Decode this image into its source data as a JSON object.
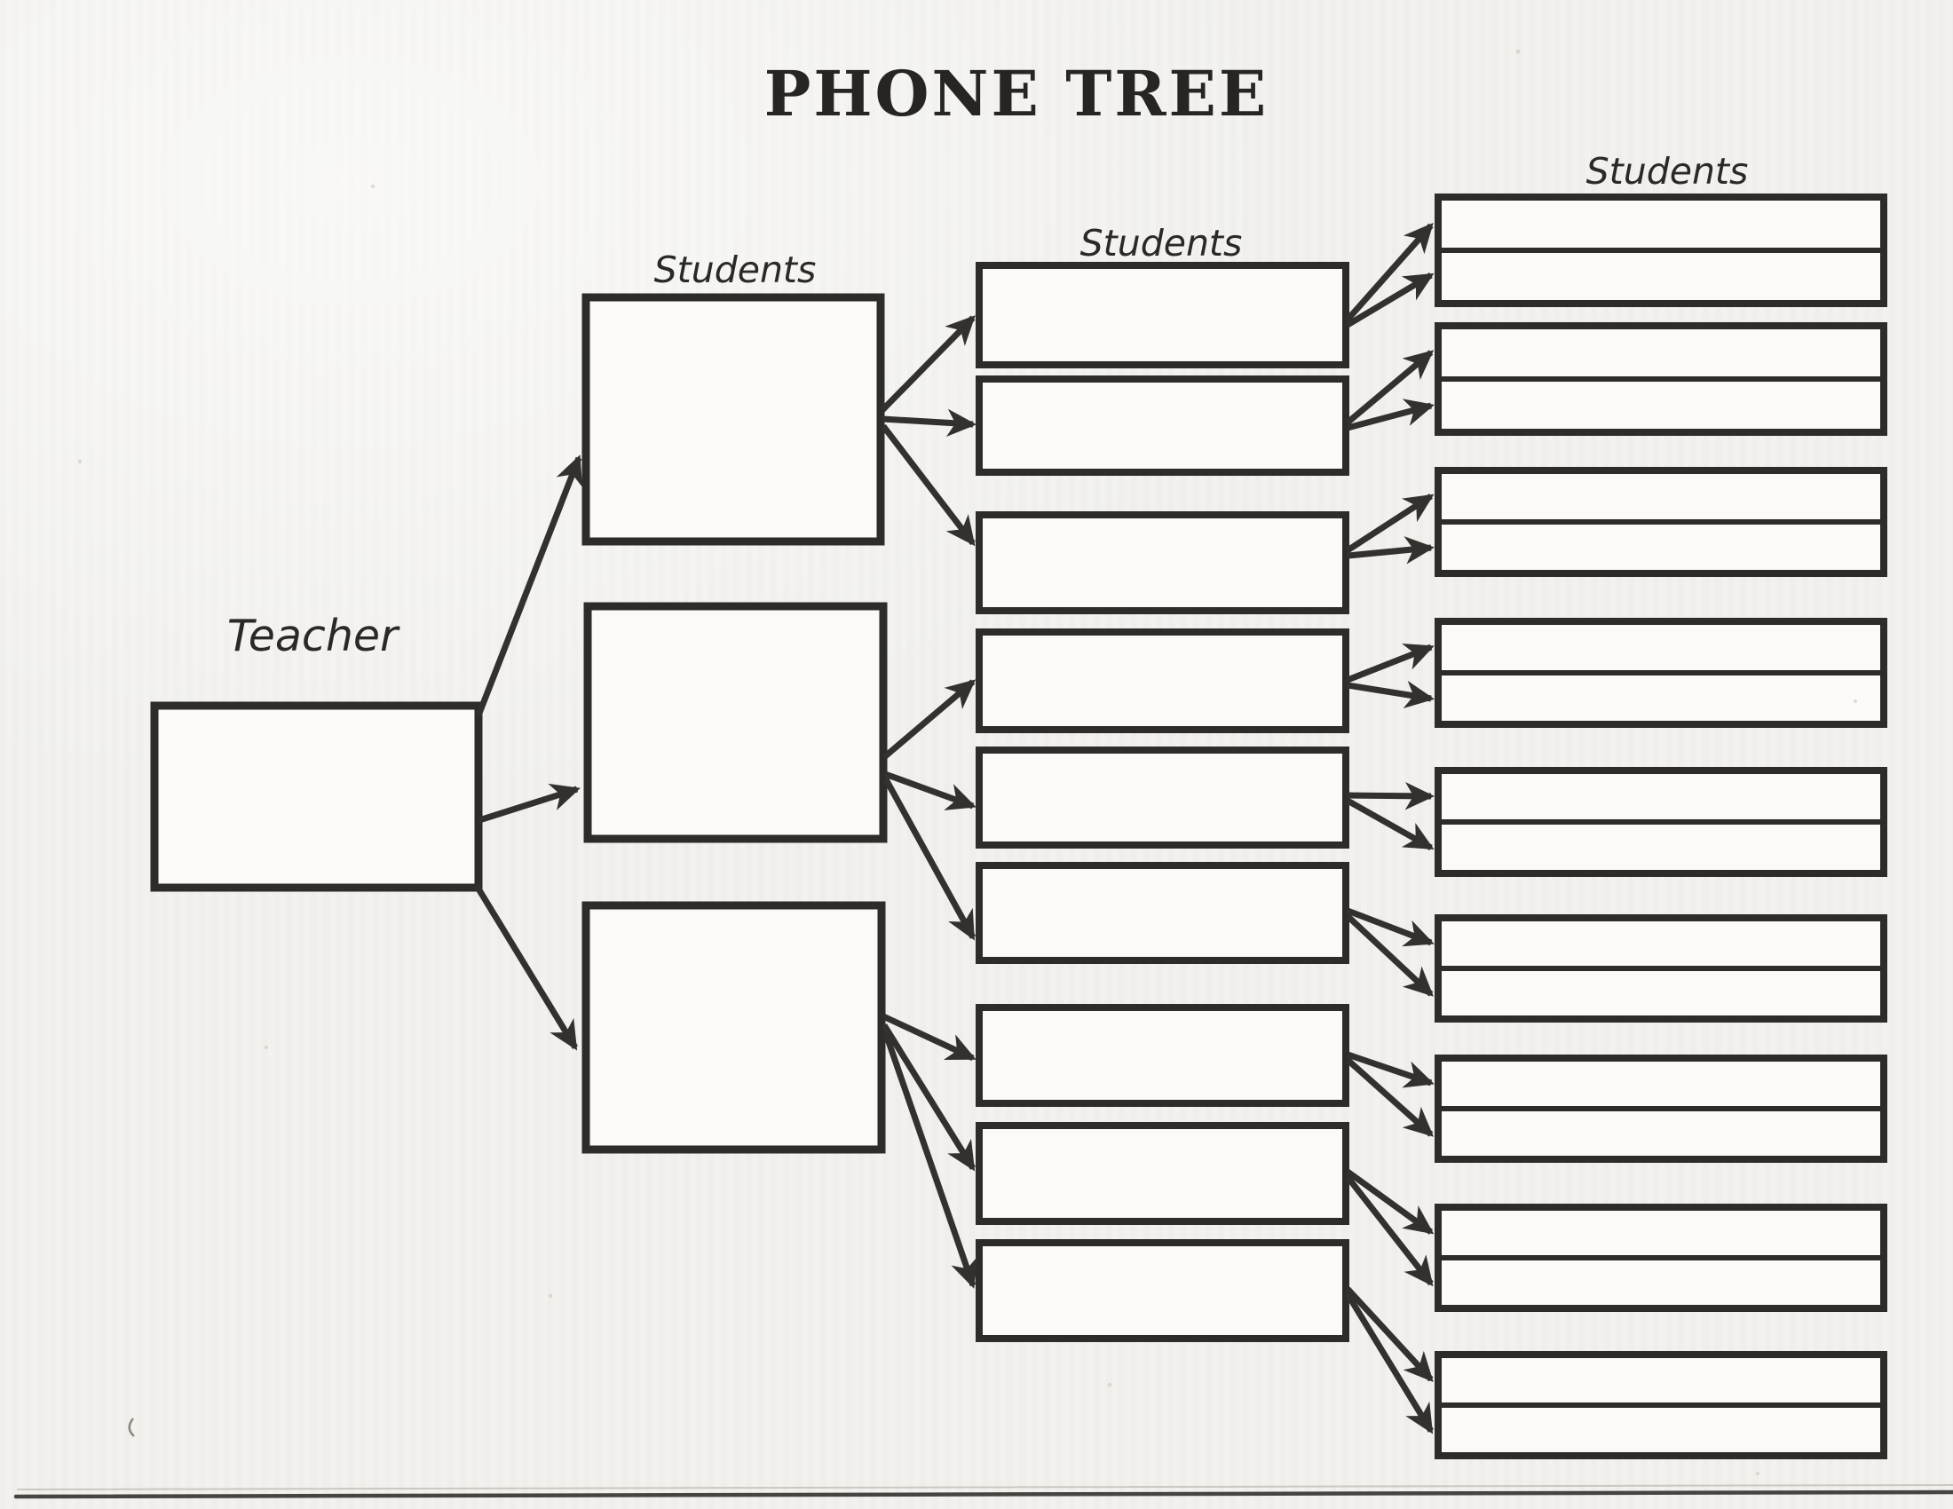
{
  "title": "PHONE TREE",
  "labels": {
    "teacher": "Teacher",
    "students_level2": "Students",
    "students_level3": "Students",
    "students_level4": "Students"
  },
  "diagram": {
    "type": "phone-tree-worksheet",
    "description": "Blank scanned phone-tree template: Teacher box fans to 3 student boxes; each fans to 3 student boxes; each of those fans to a pair of student slots.",
    "teacher_boxes": 1,
    "level2_boxes": 3,
    "level3_boxes": 9,
    "level4_pairs": 9,
    "slots_per_pair": 2,
    "all_boxes_blank": true
  },
  "colors": {
    "paper": "#f2f1ed",
    "box_fill": "#fbfaf7",
    "ink": "#2d2c29"
  }
}
